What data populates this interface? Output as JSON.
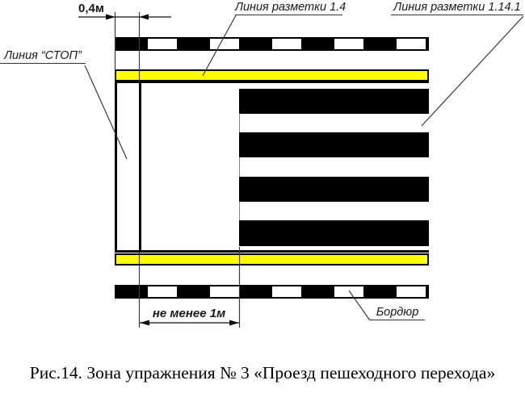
{
  "figure": {
    "caption": "Рис.14. Зона упражнения № 3 «Проезд пешеходного перехода»",
    "annotations": {
      "dim_top": "0,4м",
      "stop_line": "Линия “СТОП”",
      "marking_1_4": "Линия разметки 1.4",
      "marking_1_14_1": "Линия разметки 1.14.1",
      "dim_bottom": "не менее 1м",
      "curb": "Бордюр"
    },
    "colors": {
      "marking_yellow": "#FFFF00",
      "ink": "#000000",
      "leader_line": "#3a3a3a"
    },
    "elements": {
      "curb_strips": 2,
      "zebra_stripes": 4,
      "curb_dashes_per_strip": 5
    }
  }
}
